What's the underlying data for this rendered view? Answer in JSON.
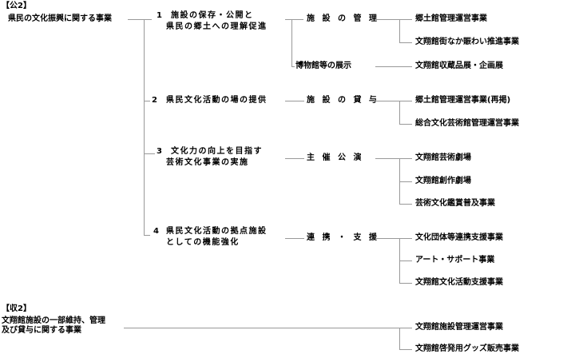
{
  "pub2": {
    "tag": "【公2】",
    "title": "県民の文化振興に関する事業",
    "branches": [
      {
        "num": "1",
        "label_lines": [
          "施設の保存・公開と",
          "県民の郷土への理解促進"
        ],
        "subs": [
          {
            "label": "施 設 の 管 理",
            "items": [
              "郷土館管理運営事業",
              "文翔館街なか賑わい推進事業"
            ]
          },
          {
            "label": "博物館等の展示",
            "items": [
              "文翔館収蔵品展・企画展"
            ]
          }
        ]
      },
      {
        "num": "2",
        "label_lines": [
          "県民文化活動の場の提供"
        ],
        "subs": [
          {
            "label": "施 設 の 貸 与",
            "items": [
              "郷土館管理運営事業(再掲)",
              "総合文化芸術館管理運営事業"
            ]
          }
        ]
      },
      {
        "num": "3",
        "label_lines": [
          "文化力の向上を目指す",
          "芸術文化事業の実施"
        ],
        "subs": [
          {
            "label": "主 催 公 演",
            "items": [
              "文翔館芸術劇場",
              "文翔館創作劇場",
              "芸術文化鑑賞普及事業"
            ]
          }
        ]
      },
      {
        "num": "4",
        "label_lines": [
          "県民文化活動の拠点施設",
          "としての機能強化"
        ],
        "subs": [
          {
            "label": "連 携 ・ 支 援",
            "items": [
              "文化団体等連携支援事業",
              "アート・サポート事業",
              "文翔館文化活動支援事業"
            ]
          }
        ]
      }
    ]
  },
  "rev2": {
    "tag": "【収2】",
    "title_lines": [
      "文翔館施設の一部維持、管理",
      "及び貸与に関する事業"
    ],
    "items": [
      "文翔館施設管理運営事業",
      "文翔館啓発用グッズ販売事業"
    ]
  }
}
